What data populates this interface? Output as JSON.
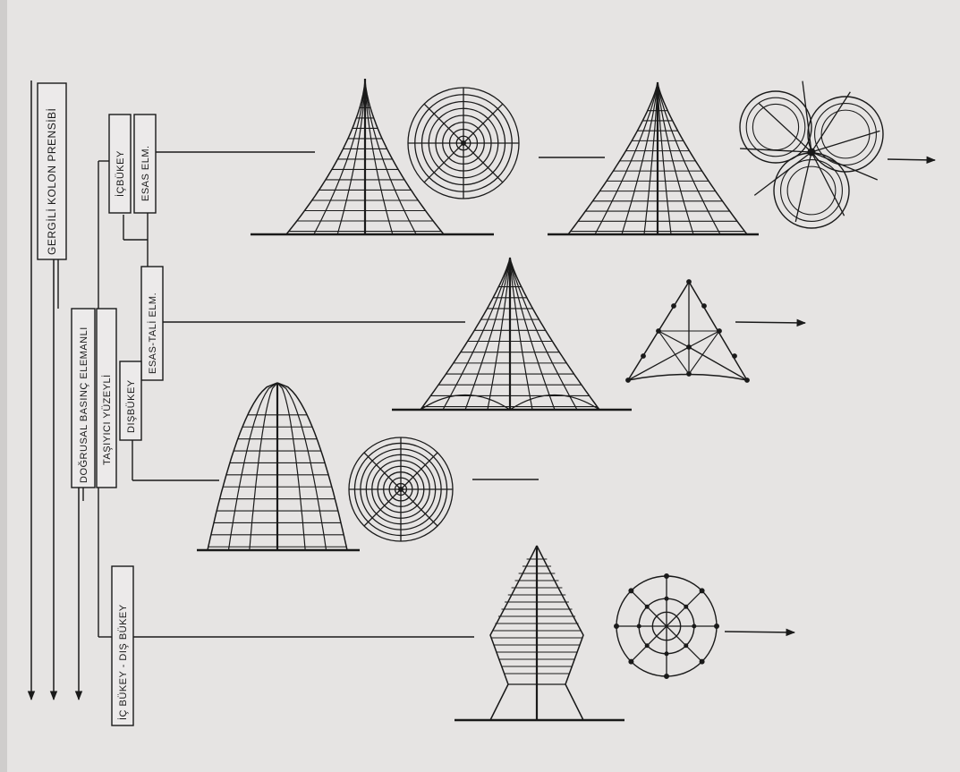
{
  "labels": {
    "principle": "GERGİLİ KOLON PRENSİBİ",
    "element": "DOĞRUSAL BASINÇ ELEMANLI",
    "surface": "TAŞIYICI YÜZEYLİ",
    "concave": "İÇBÜKEY",
    "main": "ESAS ELM.",
    "main_secondary": "ESAS-TALİ ELM.",
    "convex": "DIŞBÜKEY",
    "concave_convex": "İÇ BÜKEY - DIŞ BÜKEY"
  },
  "colors": {
    "ink": "#1a1a1a",
    "paper": "#e6e4e3"
  }
}
